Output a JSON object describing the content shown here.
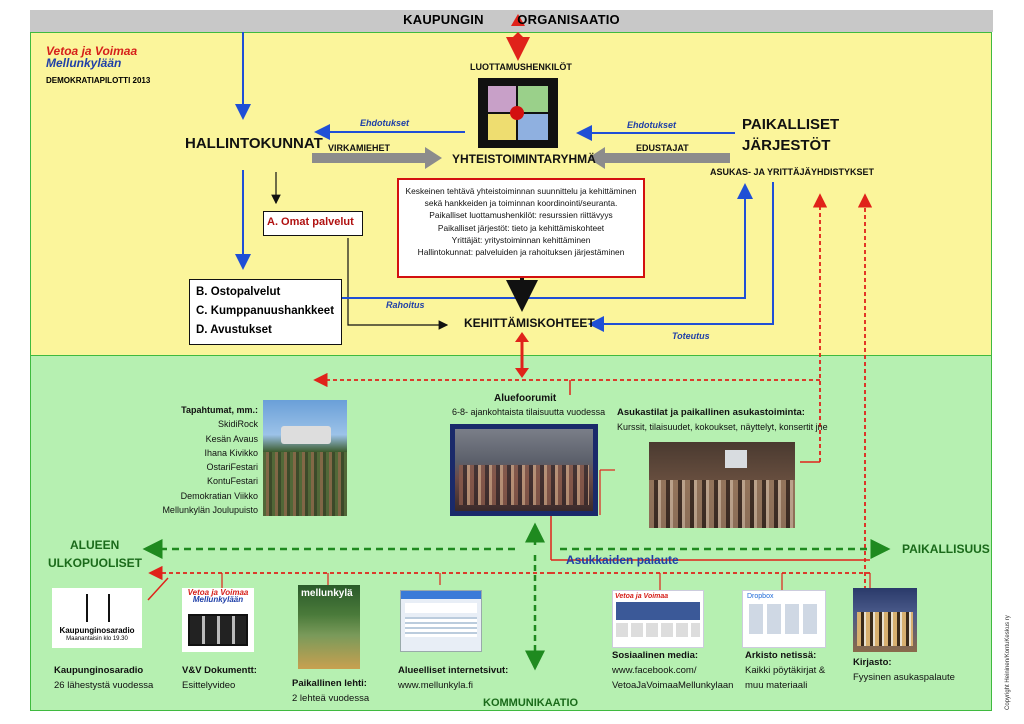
{
  "header": {
    "title_left": "KAUPUNGIN",
    "title_right": "ORGANISAATIO"
  },
  "logo": {
    "line1": "Vetoa ja Voimaa",
    "line2": "Mellunkylään",
    "subtitle": "DEMOKRATIAPILOTTI 2013"
  },
  "center": {
    "luottamus": "LUOTTAMUSHENKILÖT",
    "yhteis": "YHTEISTOIMINTARYHMÄ",
    "kehitys": "KEHITTÄMISKOHTEET",
    "description": [
      "Keskeinen tehtävä yhteistoiminnan suunnittelu ja kehittäminen",
      "sekä hankkeiden ja toiminnan koordinointi/seuranta.",
      "Paikalliset luottamushenkilöt: resurssien riittävyys",
      "Paikalliset järjestöt: tieto ja kehittämiskohteet",
      "Yrittäjät: yritystoiminnan kehittäminen",
      "Hallintokunnat: palveluiden ja rahoituksen järjestäminen"
    ]
  },
  "left": {
    "hallinto": "HALLINTOKUNNAT",
    "omat": "A. Omat palvelut",
    "services": [
      "B. Ostopalvelut",
      "C. Kumppanuushankkeet",
      "D. Avustukset"
    ]
  },
  "right": {
    "paikalliset_1": "PAIKALLISET",
    "paikalliset_2": "JÄRJESTÖT",
    "asukas": "ASUKAS- JA YRITTÄJÄYHDISTYKSET"
  },
  "arrow_labels": {
    "ehdotukset_left": "Ehdotukset",
    "ehdotukset_right": "Ehdotukset",
    "virkamiehet": "VIRKAMIEHET",
    "edustajat": "EDUSTAJAT",
    "rahoitus": "Rahoitus",
    "toteutus": "Toteutus"
  },
  "green": {
    "tapahtumat_title": "Tapahtumat, mm.:",
    "tapahtumat": [
      "SkidiRock",
      "Kesän Avaus",
      "Ihana Kivikko",
      "OstariFestari",
      "KontuFestari",
      "Demokratian Viikko",
      "Mellunkylän Joulupuisto"
    ],
    "aluefoorumit_title": "Aluefoorumit",
    "aluefoorumit_sub": "6-8- ajankohtaista tilaisuutta vuodessa",
    "asukastilat_title": "Asukastilat ja paikallinen asukastoiminta:",
    "asukastilat_sub": "Kurssit, tilaisuudet, kokoukset, näyttelyt, konsertit jne",
    "alueen_1": "ALUEEN",
    "alueen_2": "ULKOPUOLISET",
    "paikallisuus": "PAIKALLISUUS",
    "palaute": "Asukkaiden palaute",
    "kommunikaatio": "KOMMUNIKAATIO",
    "copyright": "Copyright Heininen/KontuKeskus ry"
  },
  "media": [
    {
      "title": "Kaupunginosaradio",
      "sub": "26 lähestystä vuodessa",
      "thumb_title": "Kaupunginosaradio",
      "thumb_sub": "Maanantaisin klo 19.30"
    },
    {
      "title": "V&V Dokumentt:",
      "sub": "Esittelyvideo"
    },
    {
      "title": "Paikallinen lehti:",
      "sub": "2 lehteä vuodessa",
      "thumb_title": "mellunkylä"
    },
    {
      "title": "Alueelliset internetsivut:",
      "sub": "www.mellunkyla.fi"
    },
    {
      "title": "Sosiaalinen media:",
      "sub": "www.facebook.com/",
      "sub2": "VetoaJaVoimaaMellunkylaan"
    },
    {
      "title": "Arkisto netissä:",
      "sub": "Kaikki pöytäkirjat &",
      "sub2": "muu materiaali",
      "thumb_title": "Dropbox"
    },
    {
      "title": "Kirjasto:",
      "sub": "Fyysinen asukaspalaute"
    }
  ],
  "colors": {
    "yellow": "#fbf59b",
    "green": "#b6f0b1",
    "blue": "#1f4fd6",
    "red": "#e0221a",
    "darkgreen": "#1f8a1f",
    "grey": "#8c8c8c"
  }
}
